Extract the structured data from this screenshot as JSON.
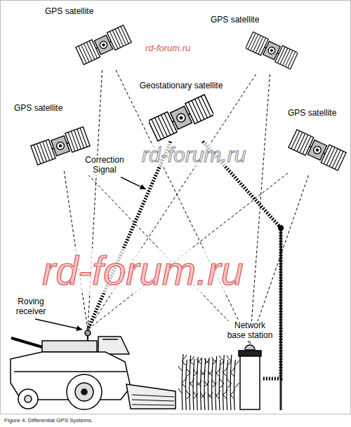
{
  "diagram": {
    "caption": "Figure 4. Differential GPS Systems.",
    "nodes": [
      {
        "text": [
          "GPS satellite"
        ]
      },
      {
        "text": [
          "GPS satellite"
        ]
      },
      {
        "text": [
          "Geostationary satellite"
        ]
      },
      {
        "text": [
          "GPS satellite"
        ]
      },
      {
        "text": [
          "GPS satellite"
        ]
      },
      {
        "text": [
          "Roving receiver"
        ]
      },
      {
        "text": [
          "Network base station"
        ]
      }
    ],
    "edges": [
      {
        "from": 0,
        "to": 5,
        "arrow": "none"
      },
      {
        "from": 0,
        "to": 6,
        "arrow": "none"
      },
      {
        "from": 1,
        "to": 5,
        "arrow": "none"
      },
      {
        "from": 1,
        "to": 6,
        "arrow": "none"
      },
      {
        "from": 3,
        "to": 5,
        "arrow": "none"
      },
      {
        "from": 3,
        "to": 6,
        "arrow": "none"
      },
      {
        "from": 4,
        "to": 5,
        "arrow": "none"
      },
      {
        "from": 4,
        "to": 6,
        "arrow": "none"
      },
      {
        "from": 2,
        "to": 5,
        "label": "Correction Signal",
        "arrow": "none"
      },
      {
        "from": 2,
        "to": 6,
        "arrow": "none"
      }
    ],
    "labels": [
      "rd-forum.ru",
      "rd-forum.ru",
      "rd-forum.ru"
    ]
  }
}
